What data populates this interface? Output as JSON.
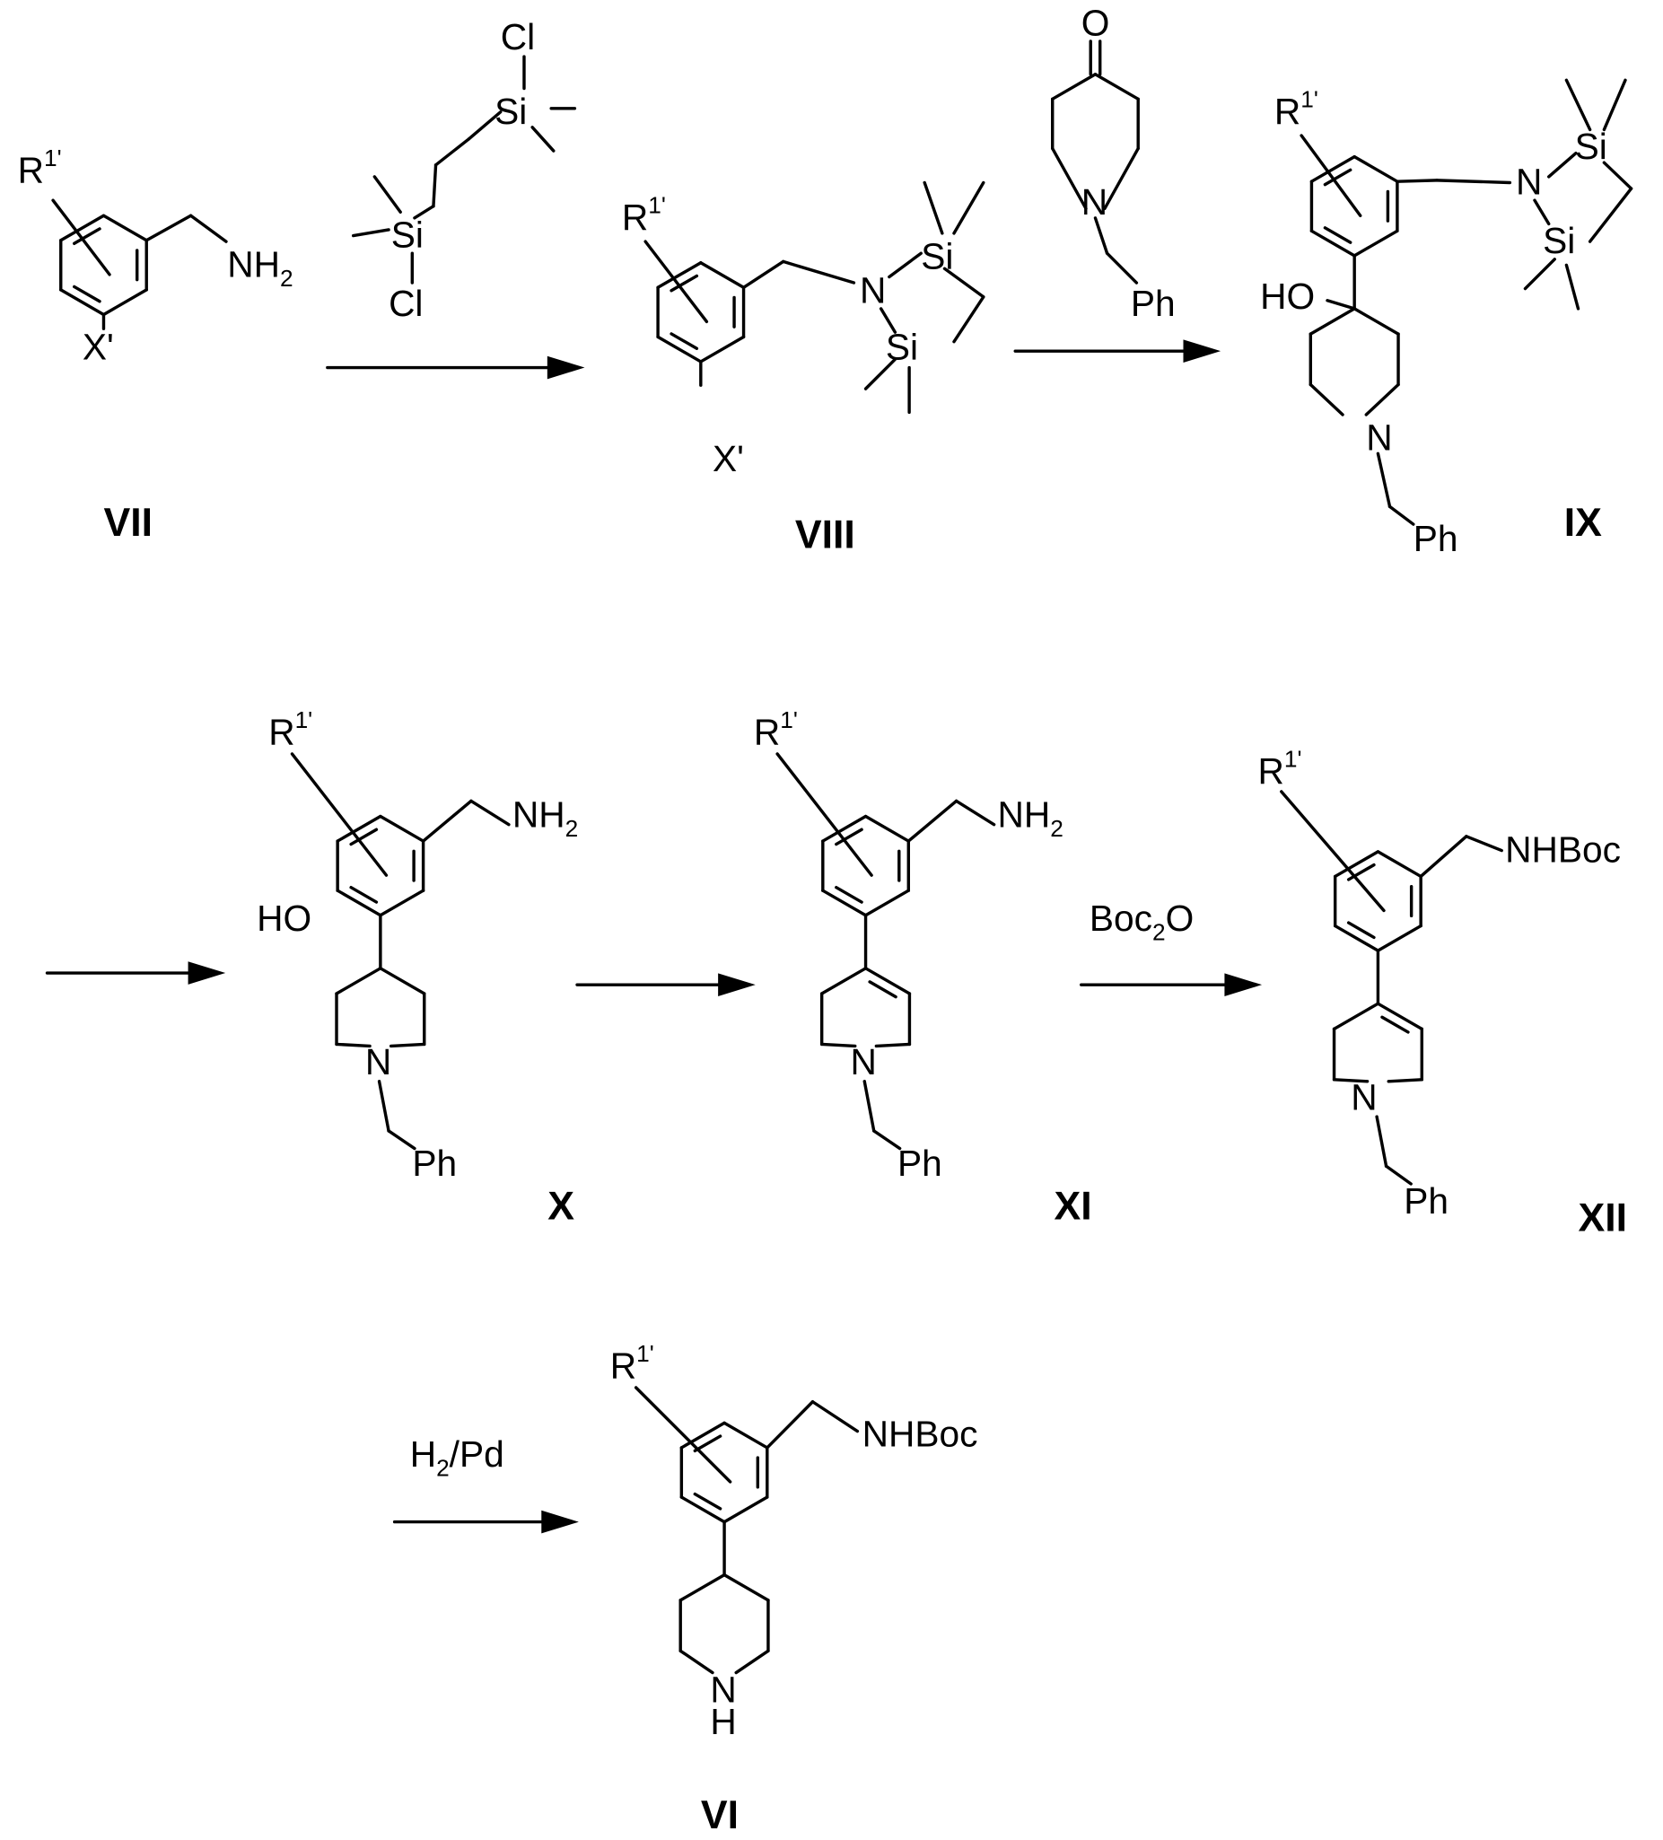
{
  "atoms": {
    "r": "R",
    "r_sup": "1'",
    "nh": "NH",
    "two": "2",
    "x": "X'",
    "cl": "Cl",
    "si": "Si",
    "n": "N",
    "o": "O",
    "h": "H",
    "ph": "Ph",
    "ho": "HO",
    "nhboc": "NHBoc"
  },
  "reagents": {
    "boc_a": "Boc",
    "boc_sub": "2",
    "boc_b": "O",
    "h2pd_a": "H",
    "h2pd_sub": "2",
    "h2pd_b": "/Pd"
  },
  "compounds": [
    "VII",
    "VIII",
    "IX",
    "X",
    "XI",
    "XII",
    "VI"
  ]
}
